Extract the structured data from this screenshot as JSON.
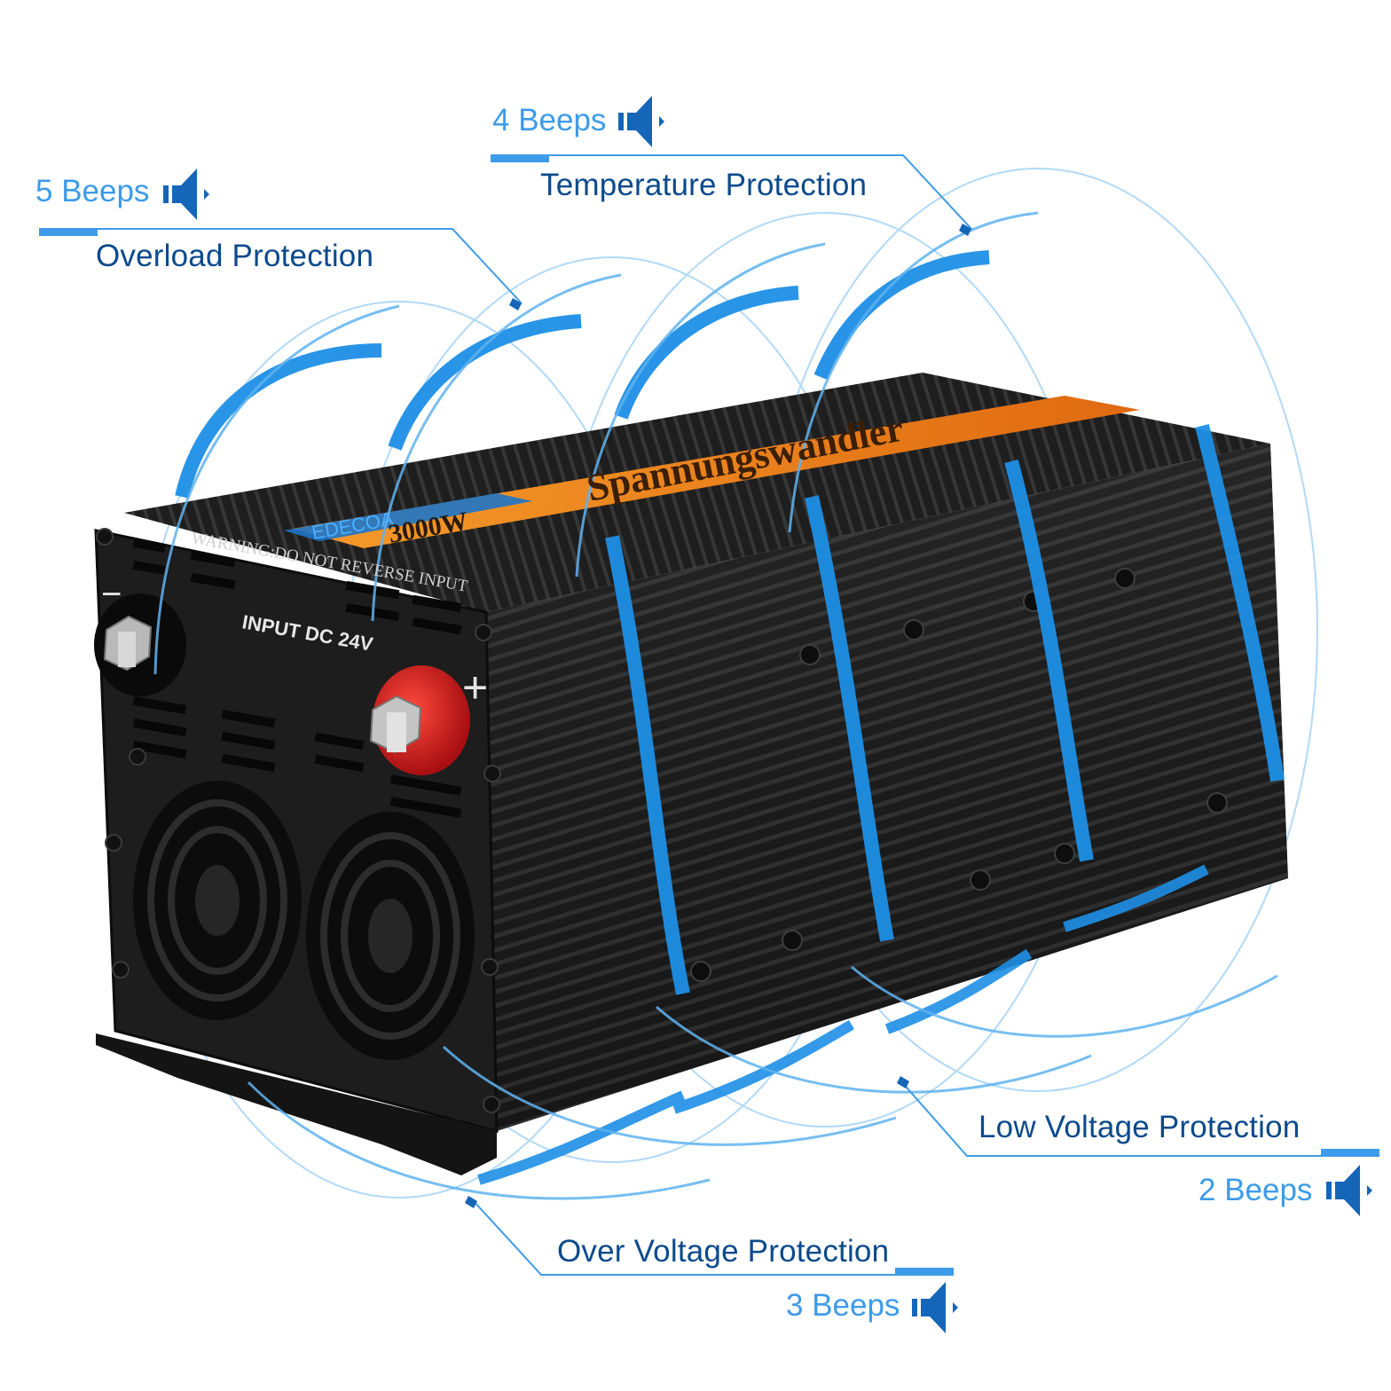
{
  "product": {
    "brand": "EDECOA",
    "power": "3000W",
    "top_label": "Spannungswandler",
    "warning": "WARNING:DO NOT REVERSE INPUT",
    "input": "INPUT DC 24V",
    "negative_symbol": "−",
    "positive_symbol": "+"
  },
  "protections": [
    {
      "name": "Overload Protection",
      "beeps": "5 Beeps",
      "icon": "speaker-icon"
    },
    {
      "name": "Temperature Protection",
      "beeps": "4 Beeps",
      "icon": "speaker-icon"
    },
    {
      "name": "Low Voltage Protection",
      "beeps": "2 Beeps",
      "icon": "speaker-icon"
    },
    {
      "name": "Over Voltage Protection",
      "beeps": "3 Beeps",
      "icon": "speaker-icon"
    }
  ],
  "colors": {
    "label": "#0b4a8b",
    "beeps": "#3d9be9",
    "wave": "#1e8fe6",
    "body": "#1b1b1b",
    "accent": "#f08a1c"
  }
}
